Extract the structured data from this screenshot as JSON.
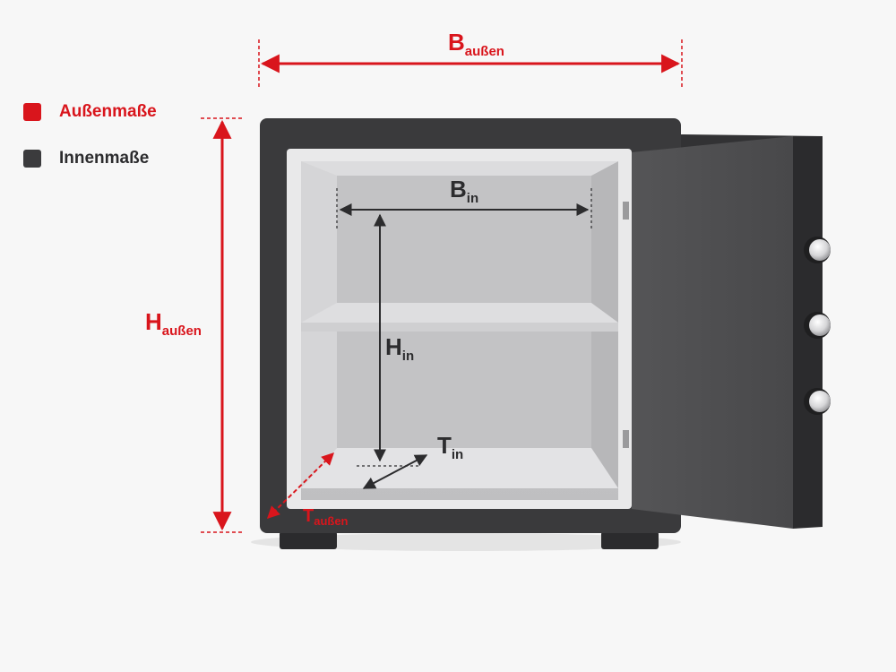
{
  "colors": {
    "outer": "#d9151c",
    "inner": "#3b3b3d",
    "safe_body": "#3a3a3c",
    "safe_interior": "#c9c9cb",
    "background": "#f7f7f7"
  },
  "legend": {
    "items": [
      {
        "label": "Außenmaße",
        "color": "#d9151c"
      },
      {
        "label": "Innenmaße",
        "color": "#3b3b3d"
      }
    ]
  },
  "dimensions": {
    "outer_width": {
      "main": "B",
      "sub": "außen"
    },
    "outer_height": {
      "main": "H",
      "sub": "außen"
    },
    "outer_depth": {
      "main": "T",
      "sub": "außen"
    },
    "inner_width": {
      "main": "B",
      "sub": "in"
    },
    "inner_height": {
      "main": "H",
      "sub": "in"
    },
    "inner_depth": {
      "main": "T",
      "sub": "in"
    }
  },
  "safe": {
    "door_knobs": 3
  }
}
